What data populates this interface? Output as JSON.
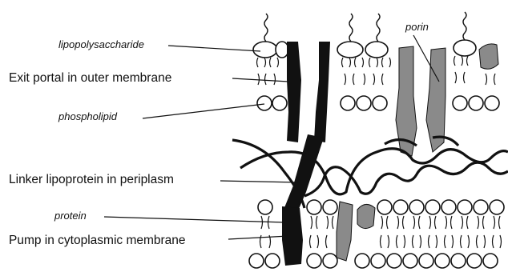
{
  "labels": {
    "lipopolysaccharide": "lipopolysaccharide",
    "exit_portal": "Exit portal in outer membrane",
    "phospholipid": "phospholipid",
    "linker": "Linker lipoprotein in periplasm",
    "protein": "protein",
    "pump": "Pump in cytoplasmic membrane",
    "porin": "porin"
  },
  "colors": {
    "background": "#ffffff",
    "ink": "#111111",
    "dark_protein": "#111111",
    "porin_gray": "#8a8a8a",
    "lipid_head_fill": "#ffffff"
  }
}
